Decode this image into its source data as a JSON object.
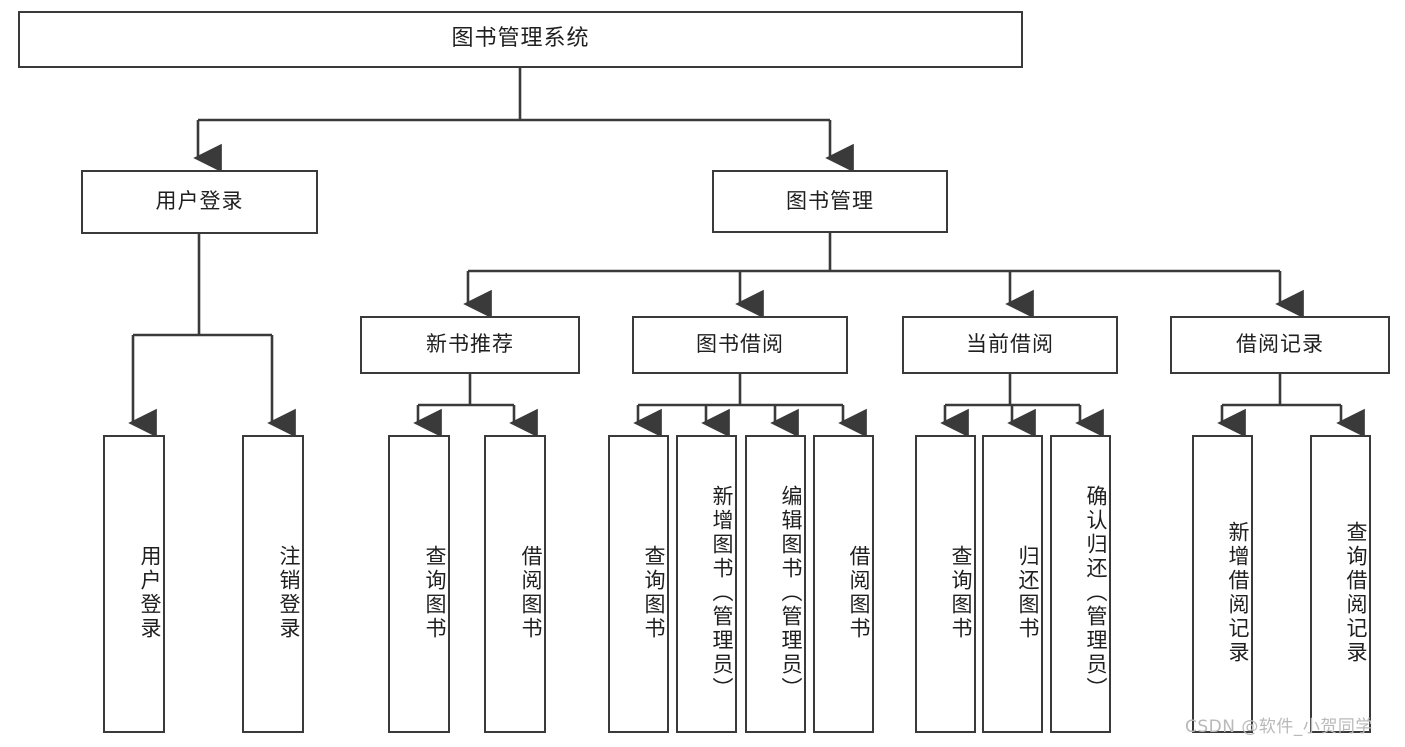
{
  "diagram": {
    "title": "图书管理系统",
    "type": "hierarchy-tree",
    "line_color": "#3a3a3a",
    "box_fill": "#ffffff",
    "text_color": "#1f1f1f",
    "root": {
      "label": "图书管理系统"
    },
    "level1": [
      {
        "label": "用户登录"
      },
      {
        "label": "图书管理"
      }
    ],
    "level2": [
      {
        "label": "新书推荐"
      },
      {
        "label": "图书借阅"
      },
      {
        "label": "当前借阅"
      },
      {
        "label": "借阅记录"
      }
    ],
    "leaves": {
      "user_login": [
        {
          "label": "用户登录"
        },
        {
          "label": "注销登录"
        }
      ],
      "new_book_recommend": [
        {
          "label": "查询图书"
        },
        {
          "label": "借阅图书"
        }
      ],
      "book_borrow": [
        {
          "label": "查询图书"
        },
        {
          "label": "新增图书（管理员）"
        },
        {
          "label": "编辑图书（管理员）"
        },
        {
          "label": "借阅图书"
        }
      ],
      "current_borrow": [
        {
          "label": "查询图书"
        },
        {
          "label": "归还图书"
        },
        {
          "label": "确认归还（管理员）"
        }
      ],
      "borrow_record": [
        {
          "label": "新增借阅记录"
        },
        {
          "label": "查询借阅记录"
        }
      ]
    }
  },
  "watermark": {
    "text": "CSDN @软件_小贺同学"
  }
}
